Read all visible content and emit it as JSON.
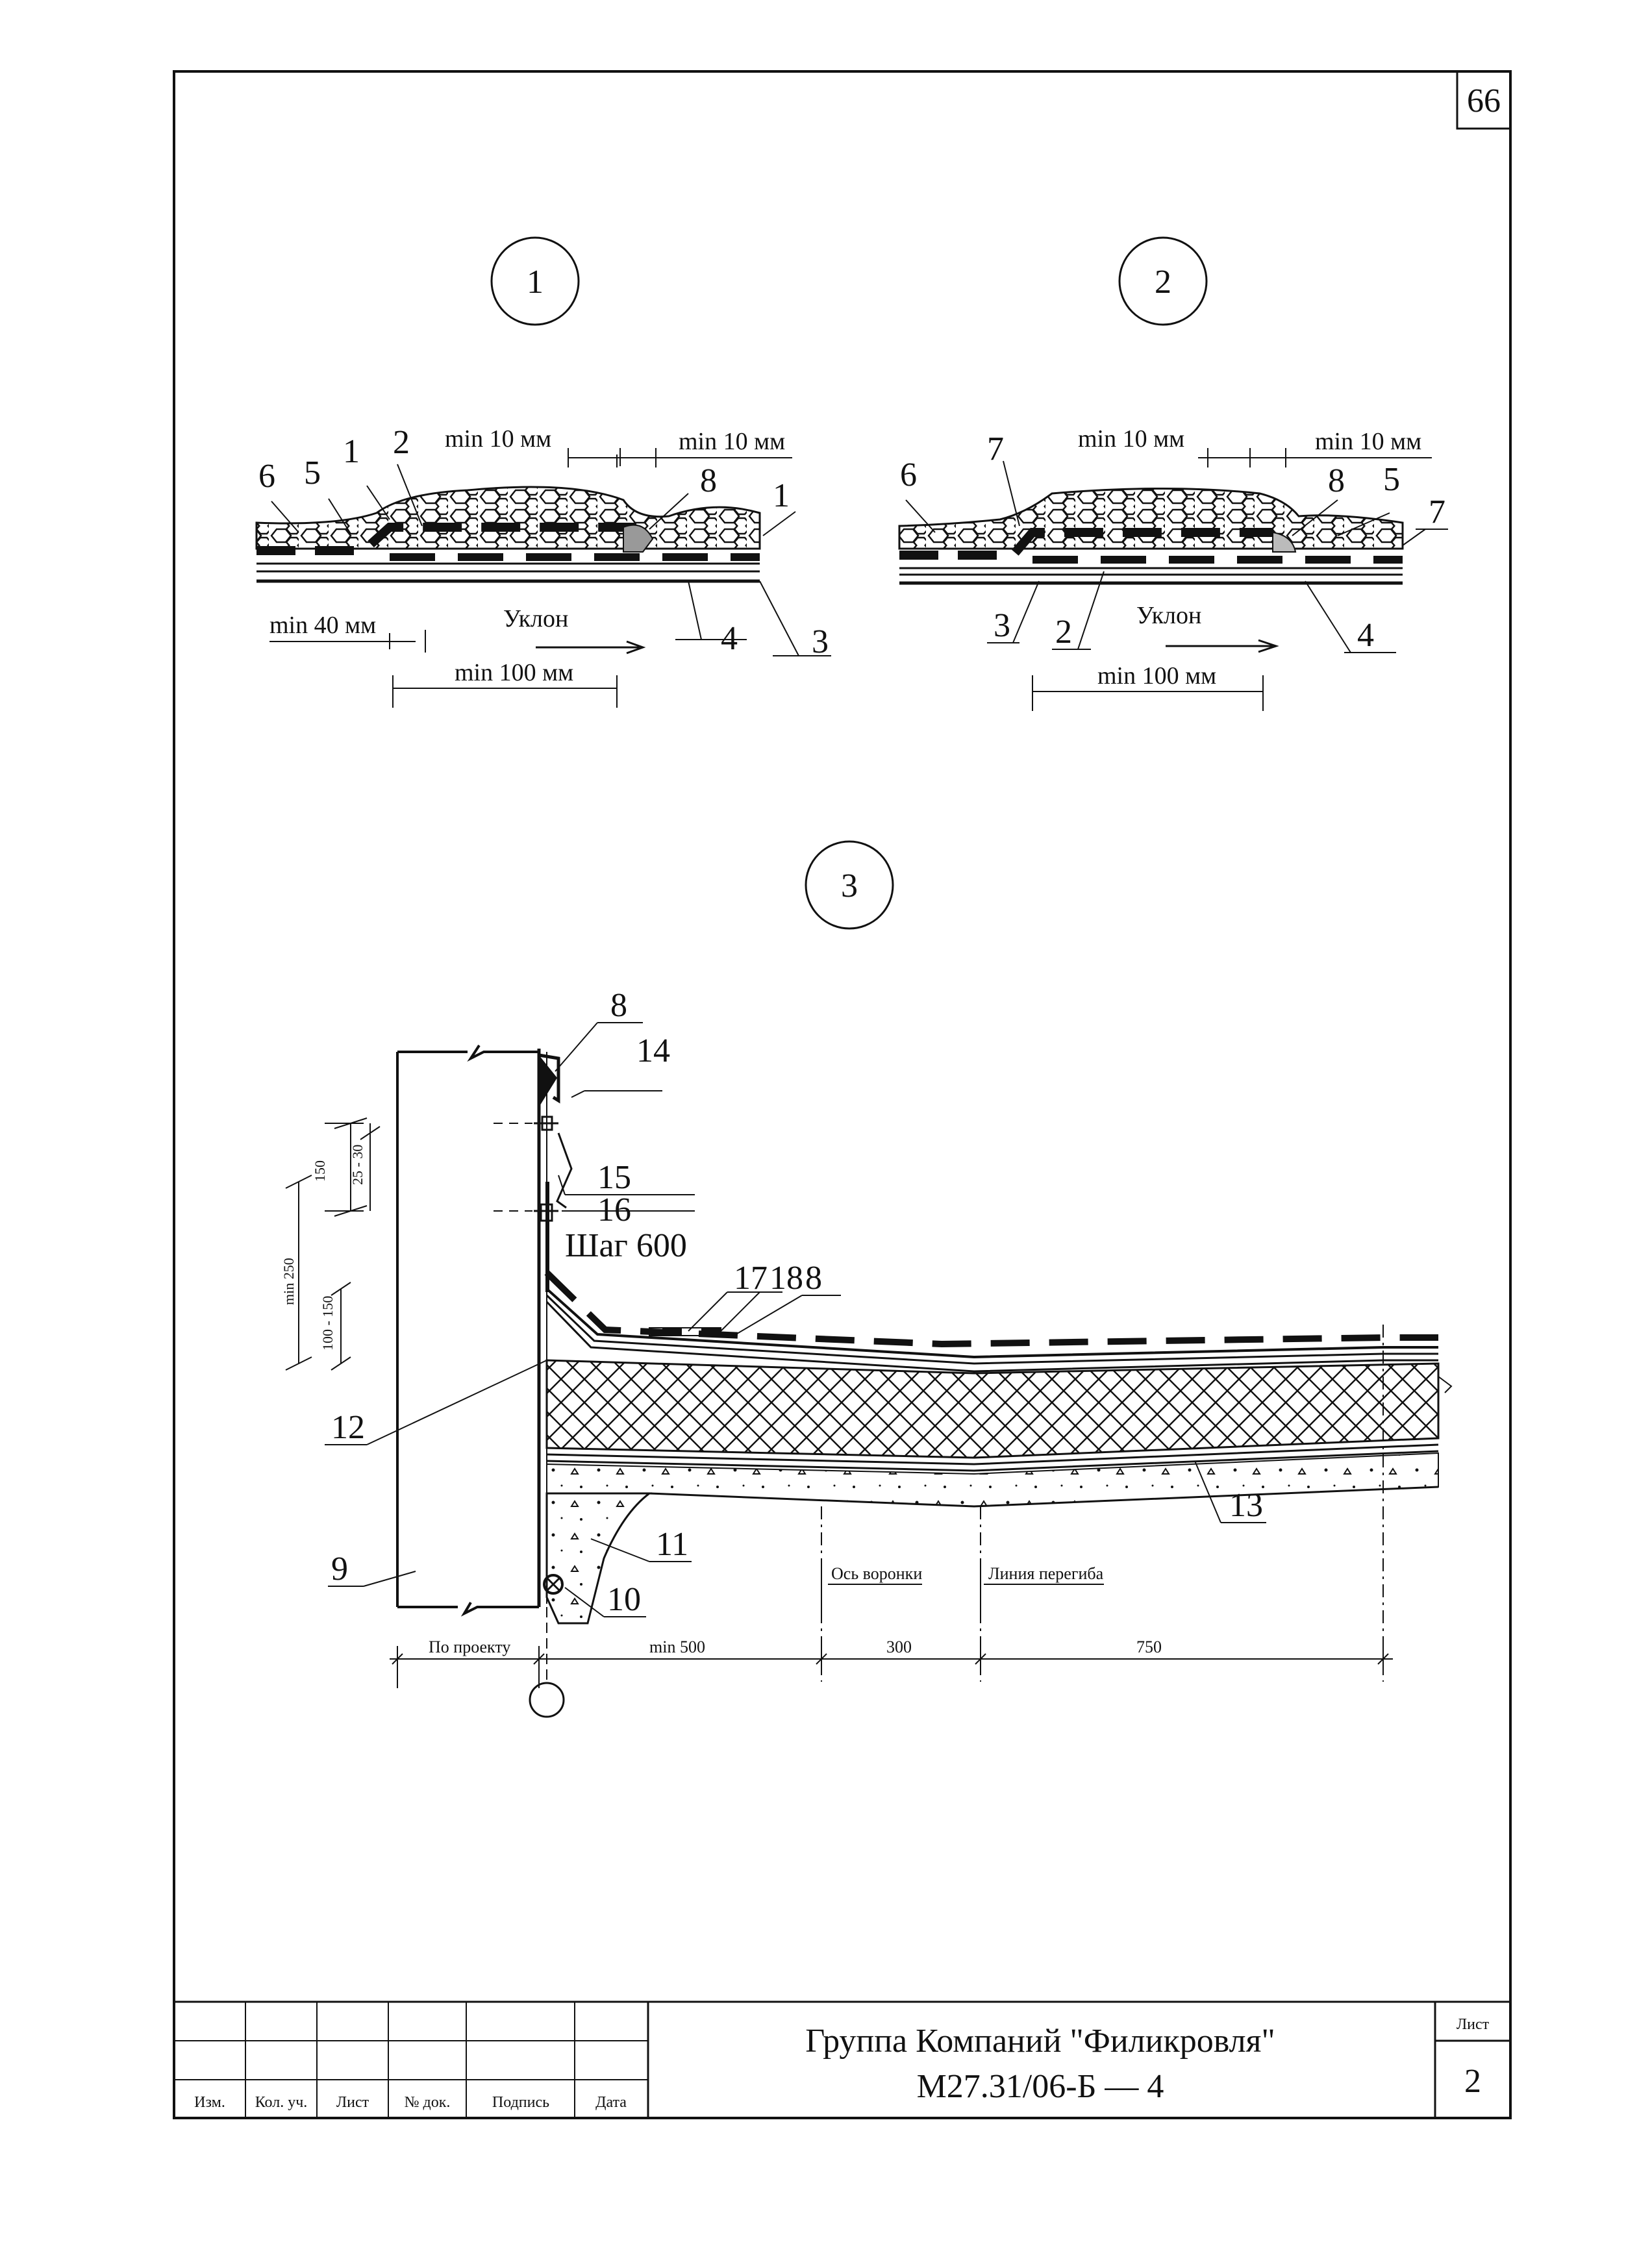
{
  "page_number": "66",
  "details": [
    {
      "marker": "1",
      "dim_top_left": "min 10 мм",
      "dim_top_right": "min 10 мм",
      "dim_left": "min 40 мм",
      "dim_bottom": "min 100 мм",
      "slope": "Уклон",
      "callouts": [
        "6",
        "5",
        "1",
        "2",
        "8",
        "1",
        "4",
        "3"
      ]
    },
    {
      "marker": "2",
      "dim_top_left": "min 10 мм",
      "dim_top_right": "min 10 мм",
      "dim_bottom": "min 100 мм",
      "slope": "Уклон",
      "callouts": [
        "6",
        "7",
        "8",
        "5",
        "7",
        "3",
        "2",
        "4"
      ]
    }
  ],
  "section3": {
    "marker": "3",
    "callouts": [
      "8",
      "14",
      "15",
      "16",
      "17",
      "18",
      "8",
      "12",
      "13",
      "11",
      "9",
      "10"
    ],
    "step_note": "Шаг 600",
    "dim_150": "150",
    "dim_25_30": "25 - 30",
    "dim_min250": "min 250",
    "dim_100_150": "100 - 150",
    "funnel_axis": "Ось воронки",
    "bend_line": "Линия перегиба",
    "dim_by_project": "По проекту",
    "dim_min500": "min 500",
    "dim_300": "300",
    "dim_750": "750"
  },
  "title_block": {
    "col_headers": [
      "Изм.",
      "Кол. уч.",
      "Лист",
      "№ док.",
      "Подпись",
      "Дата"
    ],
    "company": "Группа Компаний \"Филикровля\"",
    "doc_code": "М27.31/06-Б — 4",
    "sheet_label": "Лист",
    "sheet_number": "2"
  }
}
